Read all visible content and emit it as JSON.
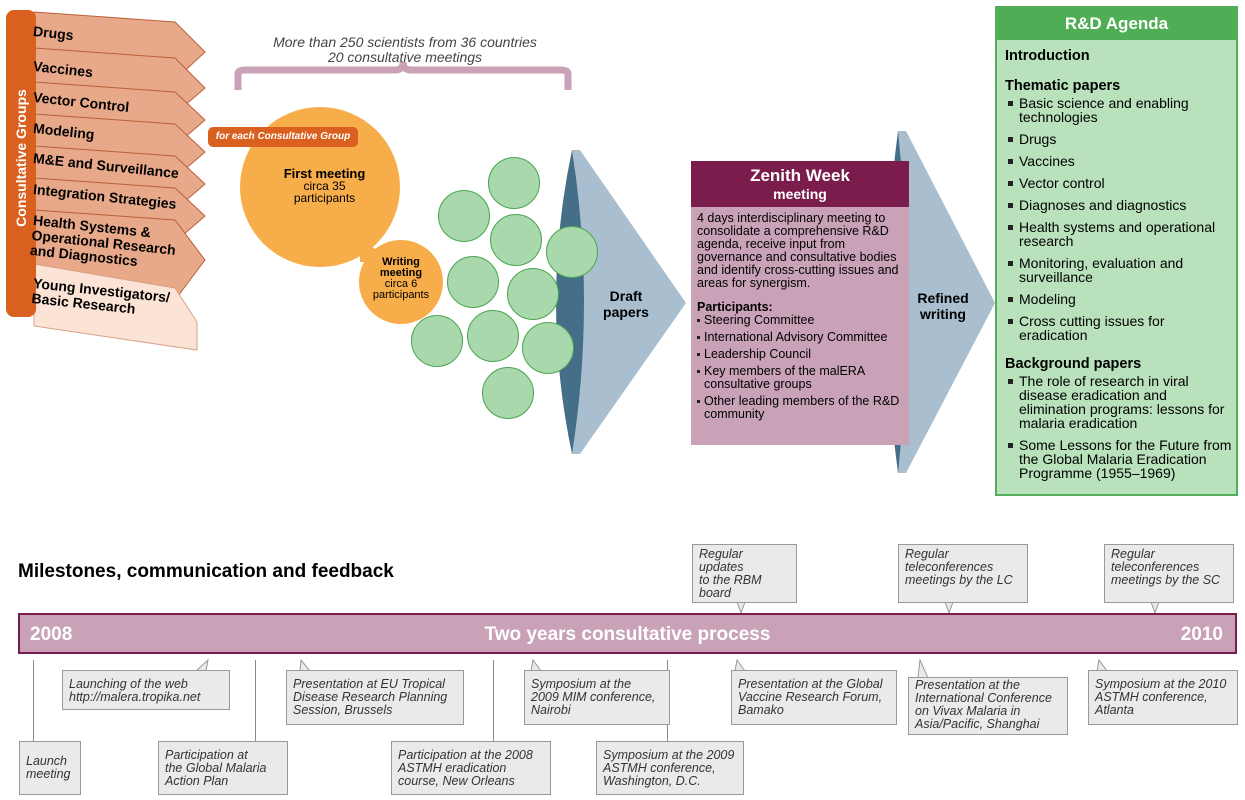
{
  "consultative_groups": {
    "title": "Consultative Groups",
    "items": [
      "Drugs",
      "Vaccines",
      "Vector Control",
      "Modeling",
      "M&E and Surveillance",
      "Integration Strategies",
      "Health Systems &\nOperational Research\nand Diagnostics",
      "Young Investigators/\nBasic Research"
    ]
  },
  "header_stats": {
    "line1": "More than 250 scientists from 36 countries",
    "line2": "20 consultative meetings"
  },
  "for_each_label": "for each Consultative Group",
  "first_meeting": {
    "title": "First meeting",
    "line1": "circa 35",
    "line2": "participants"
  },
  "writing_meeting": {
    "title": "Writing",
    "title2": "meeting",
    "line1": "circa 6",
    "line2": "participants"
  },
  "draft_papers": {
    "line1": "Draft",
    "line2": "papers"
  },
  "zenith": {
    "title": "Zenith Week",
    "subtitle": "meeting",
    "description": "4 days interdisciplinary meeting to consolidate a comprehensive R&D agenda, receive input from governance and consultative bodies and identify cross-cutting issues and areas for synergism.",
    "participants_label": "Participants:",
    "participants": [
      "Steering Committee",
      "International Advisory Committee",
      "Leadership Council",
      "Key members of the malERA consultative groups",
      "Other leading members of the R&D community"
    ]
  },
  "refined_writing": {
    "line1": "Refined",
    "line2": "writing"
  },
  "agenda": {
    "title": "R&D Agenda",
    "introduction": "Introduction",
    "thematic_label": "Thematic papers",
    "thematic": [
      "Basic science and enabling technologies",
      "Drugs",
      "Vaccines",
      "Vector control",
      "Diagnoses and diagnostics",
      "Health systems and operational research",
      "Monitoring, evaluation and surveillance",
      "Modeling",
      "Cross cutting issues for eradication"
    ],
    "background_label": "Background papers",
    "background": [
      "The role of research in viral disease eradication and elimination programs: lessons for malaria eradication",
      "Some Lessons for the Future from the Global Malaria Eradication Programme (1955–1969)"
    ]
  },
  "milestones_title": "Milestones, communication and feedback",
  "timeline": {
    "start": "2008",
    "label": "Two years consultative process",
    "end": "2010"
  },
  "notes_above": [
    "Regular updates\nto the RBM board",
    "Regular\nteleconferences\nmeetings by the LC",
    "Regular\nteleconferences\nmeetings by the SC"
  ],
  "notes_below": [
    "Launch\nmeeting",
    "Launching of the web\nhttp://malera.tropika.net",
    "Participation at\nthe Global Malaria\nAction Plan",
    "Presentation at EU Tropical\nDisease Research Planning\nSession, Brussels",
    "Participation at the 2008\nASTMH eradication\ncourse, New Orleans",
    "Symposium at the\n2009 MIM conference,\nNairobi",
    "Symposium at the 2009\nASTMH conference,\nWashington, D.C.",
    "Presentation at the Global\nVaccine Research Forum,\nBamako",
    "Presentation at the\nInternational Conference\non Vivax Malaria in\nAsia/Pacific, Shanghai",
    "Symposium at the 2010\nASTMH conference,\nAtlanta"
  ],
  "colors": {
    "orange": "#d9601f",
    "salmon": "#e8a98a",
    "yellow_orange": "#f7ad4a",
    "circle_green": "#a9d8ad",
    "arrow_blue": "#a9bfcf",
    "maroon": "#7a1c4c",
    "mauve": "#c9a2b8",
    "green": "#4fae55"
  }
}
